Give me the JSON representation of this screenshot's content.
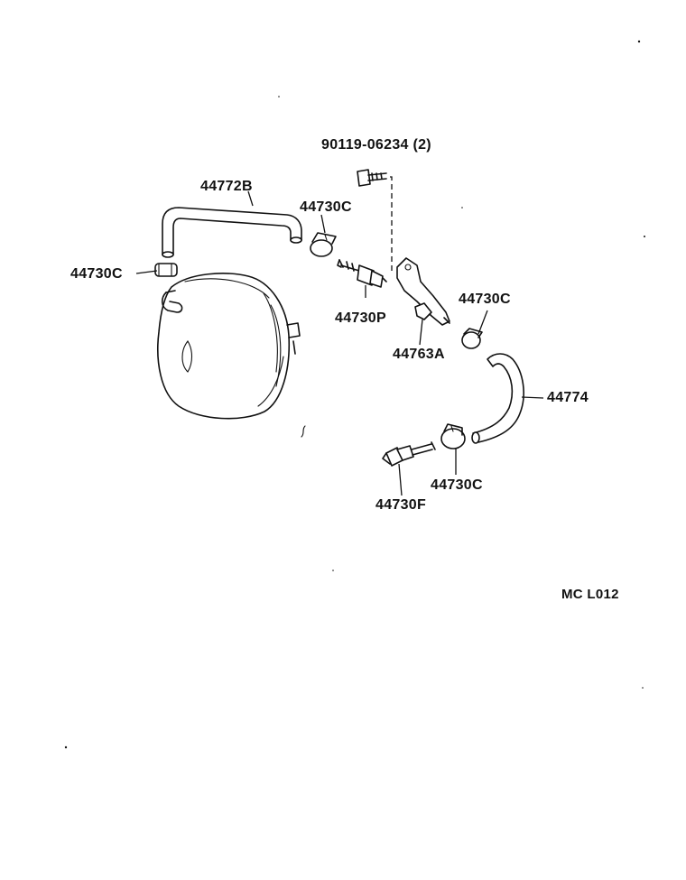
{
  "diagram": {
    "code": "MC L012",
    "labels": {
      "bolt": "90119-06234 (2)",
      "hose_upper": "44772B",
      "clamp_upper_mid": "44730C",
      "clamp_left": "44730C",
      "check_valve": "44730P",
      "bracket": "44763A",
      "clamp_right": "44730C",
      "hose_lower": "44774",
      "clamp_lower": "44730C",
      "union_fitting": "44730F"
    }
  }
}
